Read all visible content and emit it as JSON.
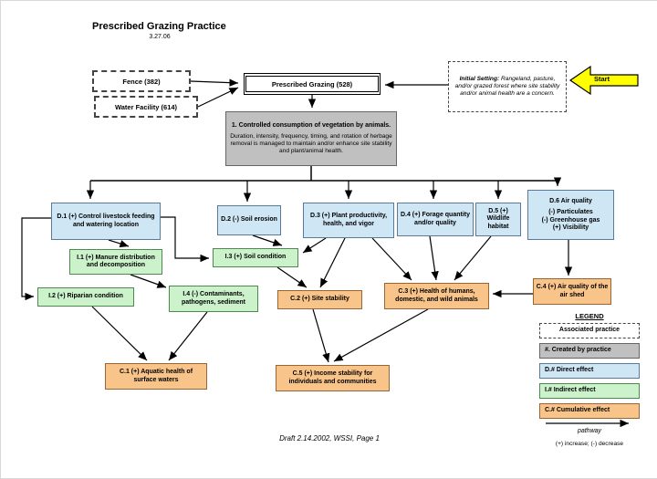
{
  "title": "Prescribed Grazing Practice",
  "date": "3.27.06",
  "footer": "Draft 2.14.2002, WSSI, Page 1",
  "practices": {
    "fence": "Fence (382)",
    "water": "Water Facility (614)",
    "main": "Prescribed Grazing (528)"
  },
  "initial_setting": {
    "label": "Initial Setting:",
    "text": " Rangeland, pasture, and/or grazed forest where site stability and/or animal health are a concern."
  },
  "start_label": "Start",
  "effect1": {
    "title": "1. Controlled consumption of vegetation by animals.",
    "body": "Duration, intensity, frequency, timing, and rotation of herbage removal is managed to maintain and/or enhance site stability and plant/animal health."
  },
  "direct": {
    "d1": "D.1 (+) Control livestock feeding and watering location",
    "d2": "D.2 (-) Soil erosion",
    "d3": "D.3 (+) Plant productivity, health, and vigor",
    "d4": "D.4 (+) Forage quantity and/or quality",
    "d5": "D.5 (+) Wildlife habitat",
    "d6_title": "D.6 Air quality",
    "d6_line1": "(-) Particulates",
    "d6_line2": "(-) Greenhouse gas",
    "d6_line3": "(+) Visibility"
  },
  "indirect": {
    "i1": "I.1 (+) Manure distribution and decomposition",
    "i2": "I.2 (+) Riparian condition",
    "i3": "I.3 (+) Soil condition",
    "i4": "I.4 (-) Contaminants, pathogens, sediment"
  },
  "cumulative": {
    "c1": "C.1 (+) Aquatic health of surface waters",
    "c2": "C.2 (+) Site stability",
    "c3": "C.3 (+) Health of humans, domestic, and wild animals",
    "c4": "C.4 (+) Air quality of the air shed",
    "c5": "C.5 (+) Income stability for individuals and communities"
  },
  "legend": {
    "title": "LEGEND",
    "associated": "Associated practice",
    "created": "#. Created by practice",
    "direct": "D.# Direct effect",
    "indirect": "I.# Indirect effect",
    "cumulative": "C.# Cumulative effect",
    "pathway": "pathway",
    "note": "(+) increase; (-) decrease"
  },
  "colors": {
    "direct": "#cfe6f5",
    "indirect": "#ccf2cc",
    "cumulative": "#f9c489",
    "created": "#c0c0c0",
    "start": "#ffff00"
  }
}
